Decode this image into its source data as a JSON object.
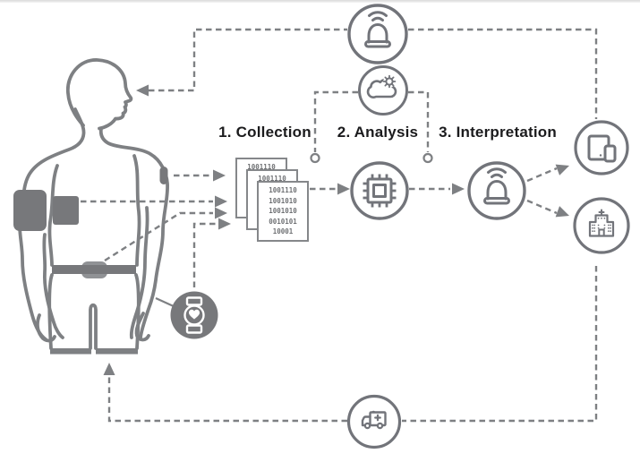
{
  "steps": [
    {
      "label": "1. Collection"
    },
    {
      "label": "2. Analysis"
    },
    {
      "label": "3. Interpretation"
    }
  ],
  "binary_lines": [
    "1001110",
    "1001010",
    "1001010",
    "0010101",
    "10001"
  ],
  "icons": [
    "alarm-siren-icon",
    "cloud-processing-icon",
    "cpu-chip-icon",
    "alert-siren-icon",
    "mobile-devices-icon",
    "hospital-icon",
    "ambulance-icon",
    "smartwatch-heart-icon",
    "arm-cuff-sensor",
    "shoulder-patch-sensor",
    "waist-strap-sensor",
    "human-figure"
  ],
  "colors": {
    "outline_gray": "#7e8083",
    "icon_stroke": "#72747a",
    "fill_gray": "#77787b",
    "pad_gray": "#909295",
    "label_text": "#1b1b1d",
    "binary_text": "#6f7174",
    "background": "#ffffff"
  }
}
